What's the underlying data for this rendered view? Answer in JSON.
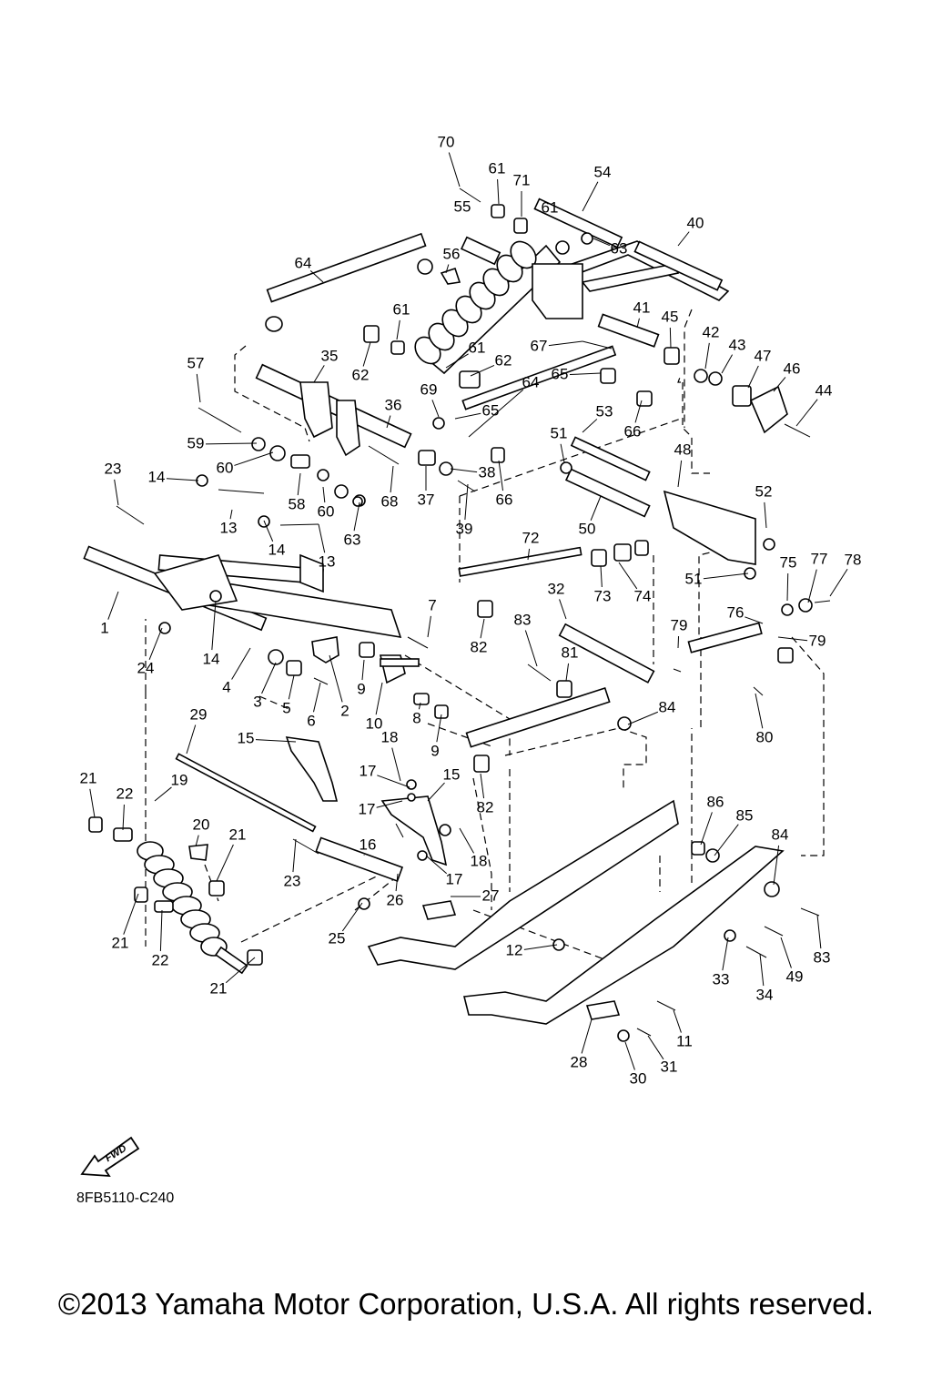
{
  "figure_code": "8FB5110-C240",
  "direction_label": "FWD",
  "copyright": "©2013 Yamaha Motor Corporation, U.S.A. All rights reserved.",
  "callouts": [
    "70",
    "61",
    "71",
    "54",
    "55",
    "61",
    "63",
    "40",
    "56",
    "64",
    "61",
    "41",
    "45",
    "42",
    "43",
    "47",
    "46",
    "44",
    "35",
    "62",
    "61",
    "62",
    "67",
    "57",
    "36",
    "69",
    "65",
    "65",
    "64",
    "53",
    "59",
    "66",
    "60",
    "38",
    "51",
    "48",
    "23",
    "14",
    "58",
    "60",
    "68",
    "37",
    "66",
    "39",
    "50",
    "52",
    "13",
    "63",
    "14",
    "13",
    "72",
    "75",
    "77",
    "78",
    "73",
    "74",
    "51",
    "32",
    "1",
    "7",
    "83",
    "76",
    "79",
    "24",
    "14",
    "4",
    "3",
    "5",
    "6",
    "2",
    "9",
    "10",
    "82",
    "81",
    "79",
    "29",
    "8",
    "9",
    "80",
    "84",
    "15",
    "18",
    "17",
    "15",
    "82",
    "21",
    "19",
    "22",
    "20",
    "17",
    "86",
    "85",
    "84",
    "16",
    "21",
    "23",
    "18",
    "17",
    "27",
    "26",
    "25",
    "21",
    "22",
    "12",
    "33",
    "34",
    "49",
    "83",
    "21",
    "11",
    "28",
    "30",
    "31"
  ]
}
